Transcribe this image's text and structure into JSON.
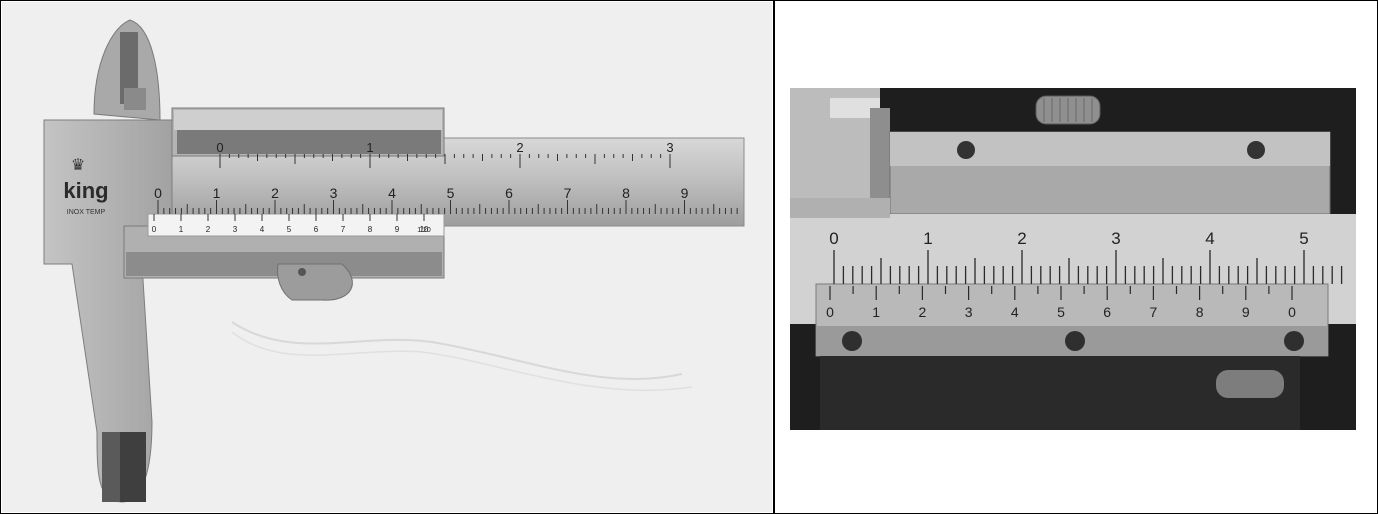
{
  "left_photo": {
    "brand_logo": "king",
    "brand_sub": "INOX TEMP",
    "main_scale_cm": [
      "0",
      "1",
      "2",
      "3",
      "4",
      "5",
      "6",
      "7",
      "8",
      "9"
    ],
    "upper_scale_inch": [
      "0",
      "1",
      "2",
      "3"
    ],
    "vernier_labels": [
      "0",
      "1",
      "2",
      "3",
      "4",
      "5",
      "6",
      "7",
      "8",
      "9",
      "10"
    ],
    "vernier_unit": "1/20"
  },
  "right_photo": {
    "main_scale": [
      "0",
      "1",
      "2",
      "3",
      "4",
      "5"
    ],
    "vernier_labels": [
      "0",
      "1",
      "2",
      "3",
      "4",
      "5",
      "6",
      "7",
      "8",
      "9",
      "0"
    ]
  },
  "colors": {
    "border": "#000000",
    "steel_light": "#c9c9c9",
    "steel_mid": "#a8a8a8",
    "steel_dark": "#5a5a5a",
    "fabric_dark": "#1e1e1e",
    "white_strip": "#f3f3f3"
  }
}
